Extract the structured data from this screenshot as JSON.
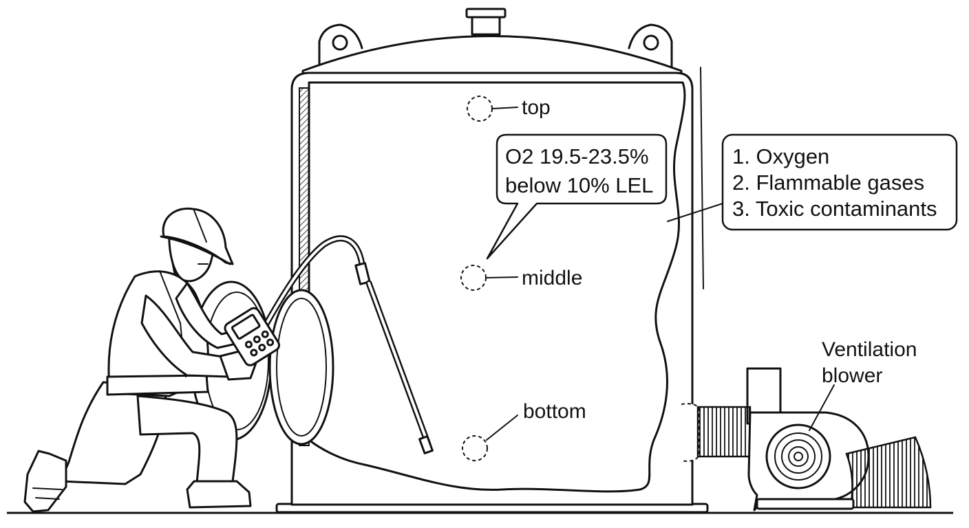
{
  "points": {
    "top": "top",
    "middle": "middle",
    "bottom": "bottom"
  },
  "callouts": {
    "limits": {
      "line1": "O2 19.5-23.5%",
      "line2": "below 10% LEL"
    },
    "sequence": {
      "line1": "1. Oxygen",
      "line2": "2. Flammable gases",
      "line3": "3. Toxic contaminants"
    }
  },
  "equipment": {
    "blower_line1": "Ventilation",
    "blower_line2": "blower"
  },
  "icons": {
    "tank": "tank-icon",
    "worker": "worker-icon",
    "gas_meter": "gas-meter-icon",
    "probe": "sampling-probe-icon",
    "blower": "blower-icon"
  },
  "colors": {
    "line": "#111111",
    "background": "#ffffff"
  }
}
